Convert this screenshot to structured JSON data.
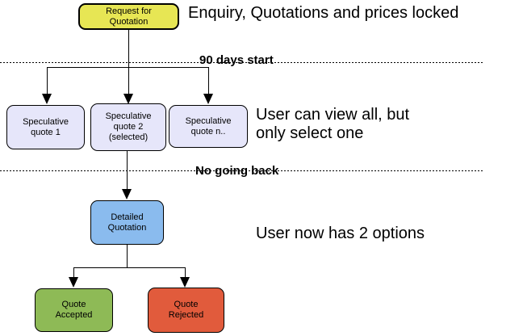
{
  "annotations": {
    "enquiry_locked": "Enquiry, Quotations and prices locked",
    "days_start": "90 days start",
    "view_all_line1": "User can view all, but",
    "view_all_line2": "only select one",
    "no_going_back": "No going back",
    "two_options": "User now has 2 options"
  },
  "nodes": {
    "request_for_quotation": {
      "lines": [
        "Request for",
        "Quotation"
      ],
      "fill": "#e7e654"
    },
    "speculative_quote_1": {
      "lines": [
        "Speculative",
        "quote 1"
      ],
      "fill": "#e6e6fa"
    },
    "speculative_quote_2": {
      "lines": [
        "Speculative",
        "quote 2",
        "(selected)"
      ],
      "fill": "#e6e6fa"
    },
    "speculative_quote_n": {
      "lines": [
        "Speculative",
        "quote n.."
      ],
      "fill": "#e6e6fa"
    },
    "detailed_quotation": {
      "lines": [
        "Detailed",
        "Quotation"
      ],
      "fill": "#8abbee"
    },
    "quote_accepted": {
      "lines": [
        "Quote",
        "Accepted"
      ],
      "fill": "#8eba56"
    },
    "quote_rejected": {
      "lines": [
        "Quote",
        "Rejected"
      ],
      "fill": "#e15b3c"
    }
  },
  "colors": {
    "line": "#000000",
    "background": "#ffffff",
    "request_fill": "#e7e654",
    "speculative_fill": "#e6e6fa",
    "detailed_fill": "#8abbee",
    "accepted_fill": "#8eba56",
    "rejected_fill": "#e15b3c"
  }
}
